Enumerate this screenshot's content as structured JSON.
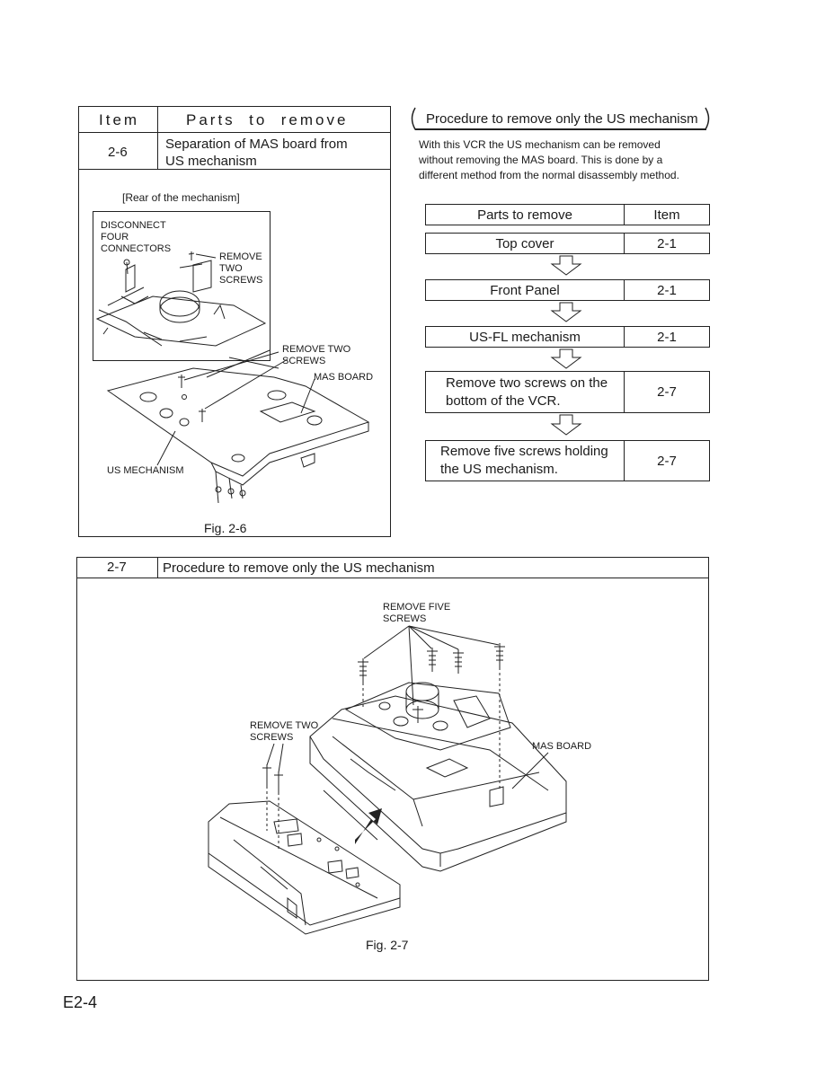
{
  "table_2_6": {
    "header_item": "Item",
    "header_parts": "Parts  to  remove",
    "item": "2-6",
    "parts_line1": "Separation of MAS board from",
    "parts_line2": "US mechanism"
  },
  "fig_2_6": {
    "rear_label": "[Rear of the mechanism]",
    "disconnect_line1": "DISCONNECT",
    "disconnect_line2": "FOUR",
    "disconnect_line3": "CONNECTORS",
    "remove_two_screws_top_1": "REMOVE",
    "remove_two_screws_top_2": "TWO",
    "remove_two_screws_top_3": "SCREWS",
    "remove_two_screws_1": "REMOVE TWO",
    "remove_two_screws_2": "SCREWS",
    "mas_board": "MAS BOARD",
    "us_mechanism": "US MECHANISM",
    "caption": "Fig. 2-6"
  },
  "procedure": {
    "title": "Procedure to remove only the US mechanism",
    "intro_line1": "With this VCR the US mechanism can be removed",
    "intro_line2": "without removing the MAS board.  This is done by a",
    "intro_line3": "different method from the normal disassembly method.",
    "table_header_parts": "Parts to remove",
    "table_header_item": "Item",
    "steps": [
      {
        "parts": "Top cover",
        "item": "2-1"
      },
      {
        "parts": "Front Panel",
        "item": "2-1"
      },
      {
        "parts": "US-FL mechanism",
        "item": "2-1"
      },
      {
        "parts_line1": "Remove two screws on the",
        "parts_line2": "bottom of the VCR.",
        "item": "2-7"
      },
      {
        "parts_line1": "Remove five screws holding",
        "parts_line2": "the US mechanism.",
        "item": "2-7"
      }
    ]
  },
  "section_2_7": {
    "item": "2-7",
    "title": "Procedure to remove only the US mechanism",
    "remove_five_1": "REMOVE FIVE",
    "remove_five_2": "SCREWS",
    "remove_two_1": "REMOVE TWO",
    "remove_two_2": "SCREWS",
    "mas_board": "MAS BOARD",
    "caption": "Fig. 2-7"
  },
  "page_number": "E2-4"
}
